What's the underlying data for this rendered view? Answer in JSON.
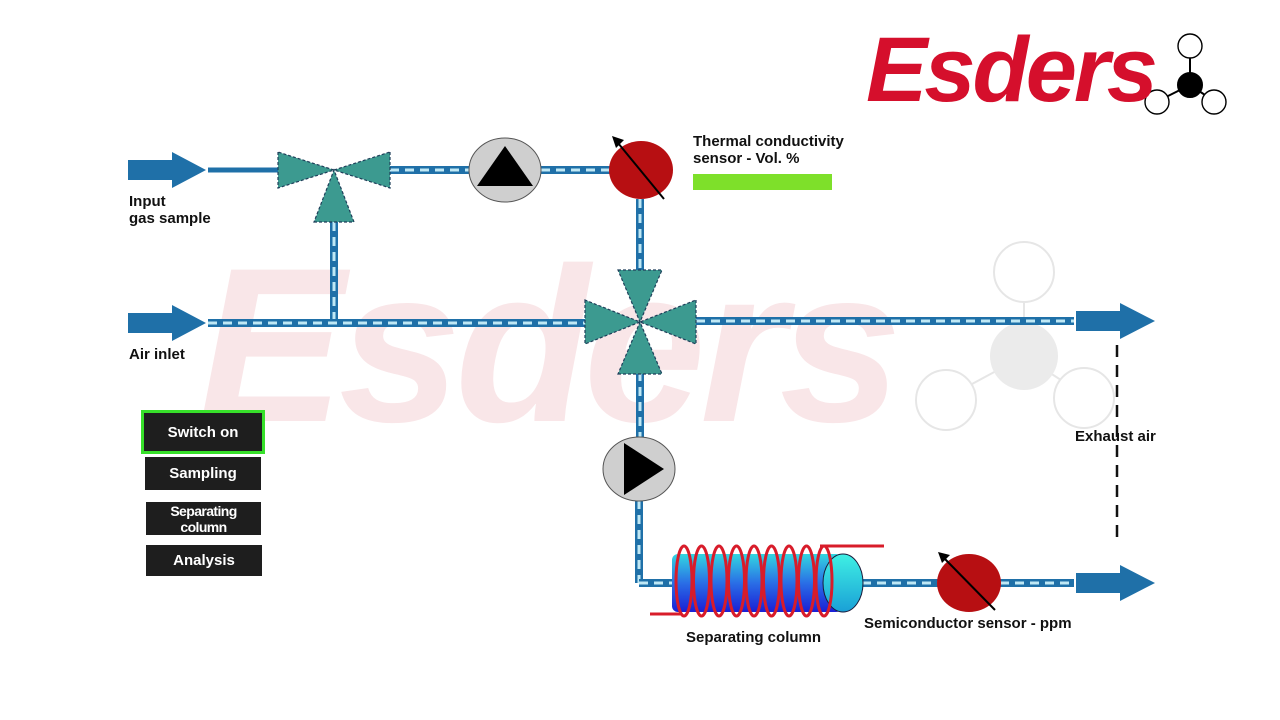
{
  "brand": {
    "name": "Esders",
    "accent": "#d50f2c",
    "watermark_color": "#f9e6e8"
  },
  "colors": {
    "pipe": "#1f70a8",
    "pipe_dash": "#bfe8f5",
    "arrow": "#1f70a8",
    "valve": "#3c9a90",
    "pump": "#cfcfcf",
    "sensor": "#b70f12",
    "indicator": "#7ee02a",
    "active_outline": "#37e02a",
    "button_bg": "#1e1e1e"
  },
  "labels": {
    "input_gas": "Input\ngas sample",
    "air_inlet": "Air inlet",
    "thermal_sensor": "Thermal conductivity\nsensor - Vol. %",
    "exhaust_air": "Exhaust air",
    "separating_column": "Separating column",
    "semiconductor_sensor": "Semiconductor sensor - ppm"
  },
  "steps": [
    {
      "label": "Switch on",
      "active": true
    },
    {
      "label": "Sampling",
      "active": false
    },
    {
      "label": "Separating column",
      "active": false
    },
    {
      "label": "Analysis",
      "active": false
    }
  ],
  "icons": {
    "logo_molecule": "molecule-icon",
    "pump": "pump-triangle-icon",
    "valve": "three-way-valve-icon",
    "sensor": "gauge-sensor-icon"
  }
}
